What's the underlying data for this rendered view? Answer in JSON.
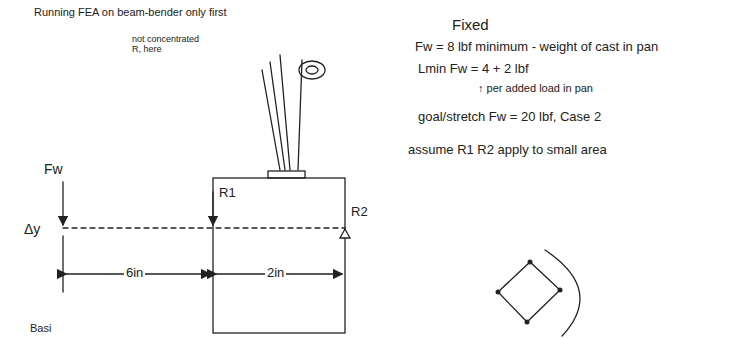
{
  "diagram": {
    "title": "Running FEA on beam-bender only first",
    "labels": [
      "Fixed",
      "not concentrated R, here",
      "Fw",
      "R1",
      "R2",
      "Δy",
      "6in",
      "2in",
      "Fw = 8 lbf minimum - weight of cast in pan",
      "Lmin Fw = 4 + 2 lbf",
      "↑ per added load in pan",
      "goal/stretch Fw = 20 lbf, Case 2",
      "assume R1 R2 apply to small area",
      "Basi"
    ]
  }
}
